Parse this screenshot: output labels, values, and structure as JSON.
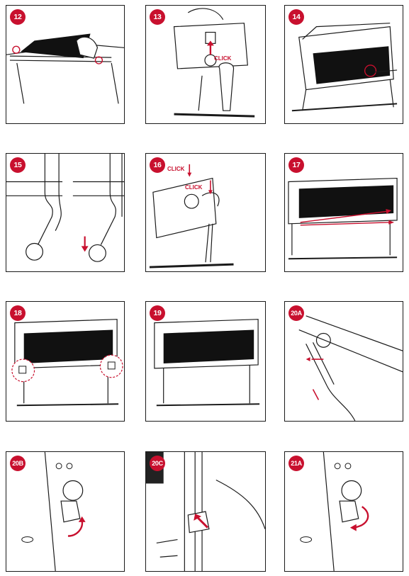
{
  "colors": {
    "accent": "#c8102e",
    "line": "#1a1a1a",
    "fabric": "#111111"
  },
  "click_label": "CLICK",
  "steps": [
    {
      "id": "12"
    },
    {
      "id": "13"
    },
    {
      "id": "14"
    },
    {
      "id": "15"
    },
    {
      "id": "16"
    },
    {
      "id": "17"
    },
    {
      "id": "18"
    },
    {
      "id": "19"
    },
    {
      "id": "20A"
    },
    {
      "id": "20B"
    },
    {
      "id": "20C"
    },
    {
      "id": "21A"
    }
  ]
}
